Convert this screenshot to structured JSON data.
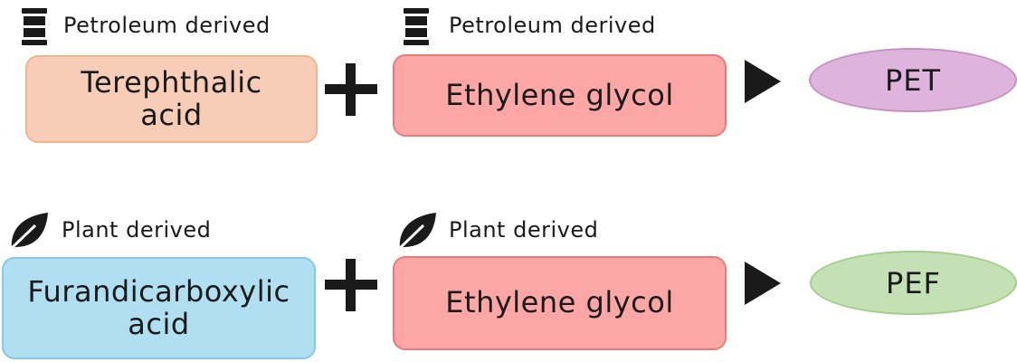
{
  "rows": [
    {
      "source_label_1": "Petroleum derived",
      "source_icon_1": "oil-barrel-icon",
      "monomer_1": "Terephthalic\nacid",
      "source_label_2": "Petroleum derived",
      "source_icon_2": "oil-barrel-icon",
      "monomer_2": "Ethylene glycol",
      "product": "PET"
    },
    {
      "source_label_1": "Plant derived",
      "source_icon_1": "leaf-icon",
      "monomer_1": "Furandicarboxylic\nacid",
      "source_label_2": "Plant derived",
      "source_icon_2": "leaf-icon",
      "monomer_2": "Ethylene glycol",
      "product": "PEF"
    }
  ],
  "colors": {
    "terephthalic_fill": "#f8cdb8",
    "terephthalic_border": "#f2b48f",
    "ethylene_fill": "#fca6a6",
    "ethylene_border": "#ec7a7a",
    "furan_fill": "#b0dff1",
    "furan_border": "#85c7e6",
    "pet_fill": "#deb4dc",
    "pet_border": "#c790c6",
    "pef_fill": "#c3e1b4",
    "pef_border": "#a2cd8a",
    "icon": "#1a1a1a"
  }
}
